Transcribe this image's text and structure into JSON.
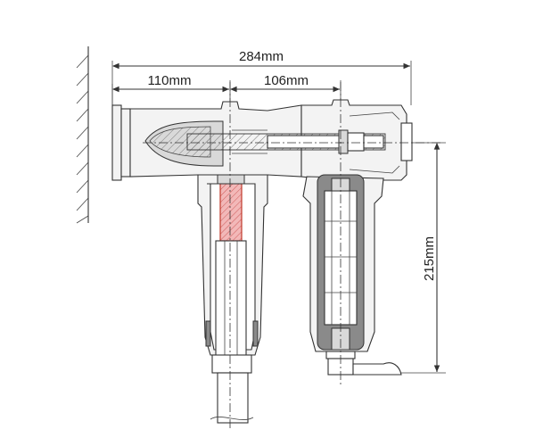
{
  "dimensions": {
    "total_width": "284mm",
    "left_span": "110mm",
    "right_span": "106mm",
    "height": "215mm"
  },
  "colors": {
    "conductor": "#e8a0a0",
    "conductor_stroke": "#c0392b",
    "insulation": "#e6e6e6",
    "stress_cone": "#a9a9a9"
  }
}
